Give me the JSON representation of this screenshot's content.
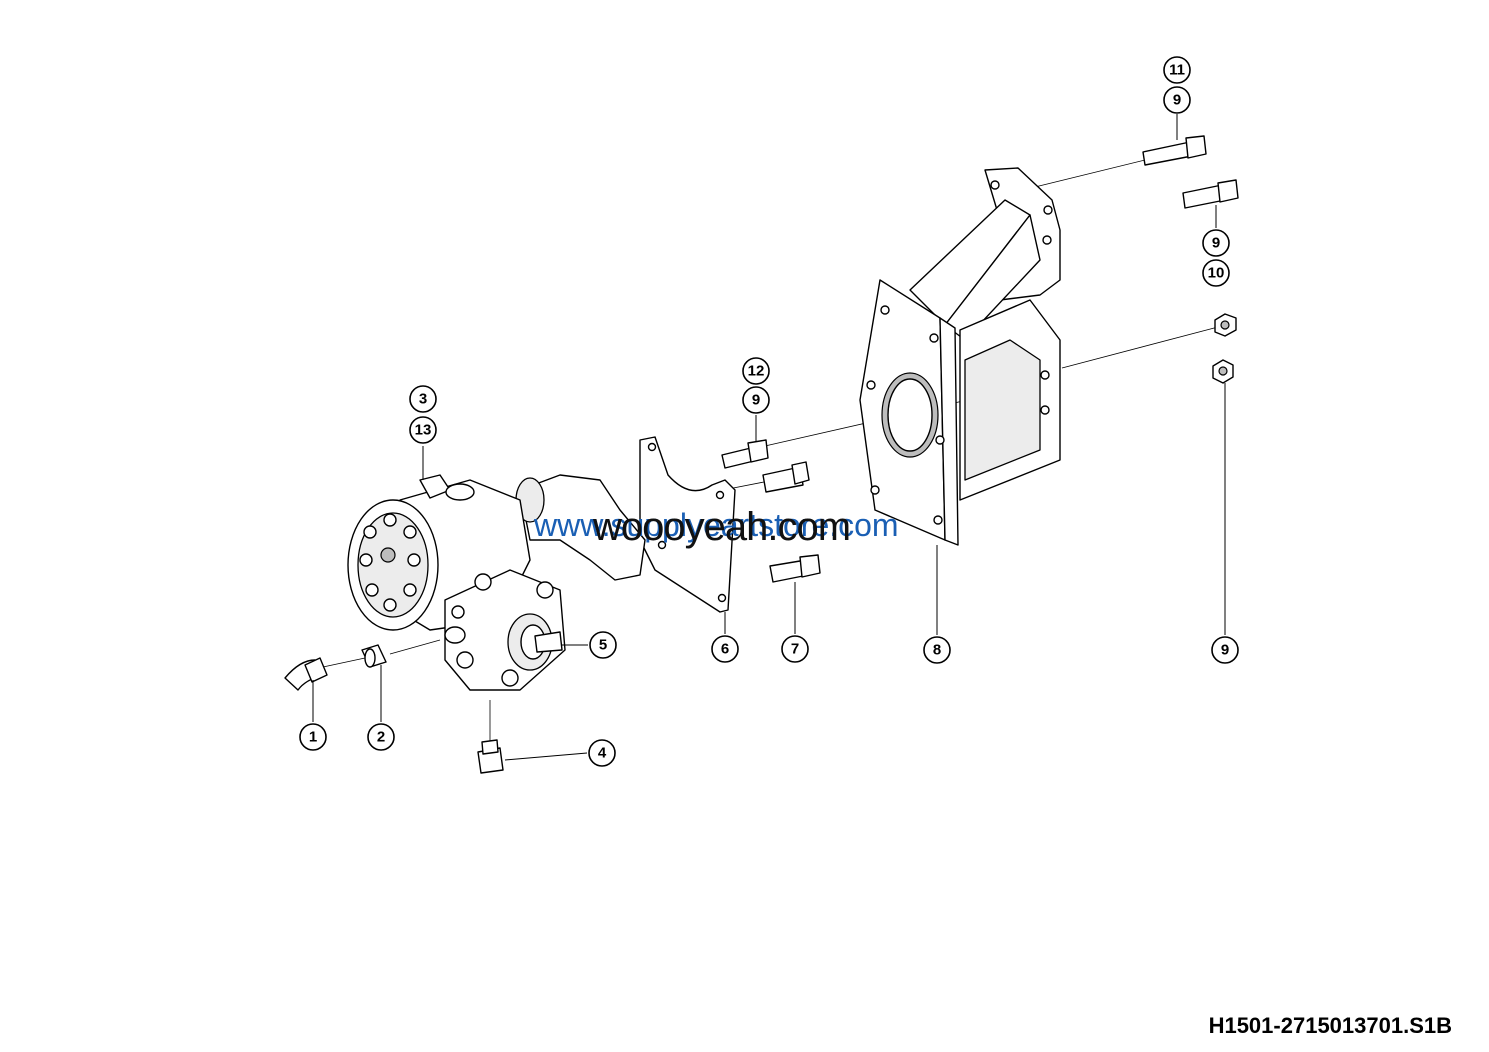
{
  "callouts": {
    "c1": "1",
    "c2": "2",
    "c3": "3",
    "c4": "4",
    "c5": "5",
    "c6": "6",
    "c7": "7",
    "c8": "8",
    "c9_bottom": "9",
    "c9_top_upper": "9",
    "c9_top_lower": "9",
    "c9_mid": "9",
    "c10": "10",
    "c11": "11",
    "c12": "12",
    "c13": "13"
  },
  "watermarks": {
    "blue": "www.supplyeartstore.com",
    "black": "woooyeah.com"
  },
  "drawing_id": "H1501-2715013701.S1B",
  "colors": {
    "line": "#000000",
    "watermark_blue": "#1a5fb4",
    "watermark_black": "#111111"
  }
}
